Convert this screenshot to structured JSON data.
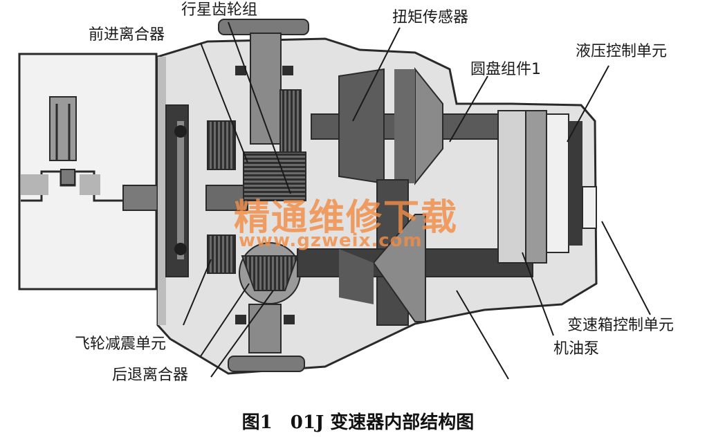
{
  "labels": {
    "planetary_gear_set": "行星齿轮组",
    "forward_clutch": "前进离合器",
    "torque_sensor": "扭矩传感器",
    "hydraulic_control_unit": "液压控制单元",
    "disc_assembly_1": "圆盘组件1",
    "flywheel_damper": "飞轮减震单元",
    "reverse_clutch": "后退离合器",
    "oil_pump": "机油泵",
    "transmission_control_unit": "变速箱控制单元"
  },
  "caption": "图1　01J 变速器内部结构图",
  "watermark": {
    "text": "精通维修下载",
    "url": "www.gzweix.com"
  },
  "colors": {
    "housing": "#e0e0e0",
    "dark_metal": "#4a4a4a",
    "mid_metal": "#7a7a7a",
    "light_metal": "#b5b5b5",
    "outline": "#2a2a2a",
    "watermark": "#f08c46"
  }
}
